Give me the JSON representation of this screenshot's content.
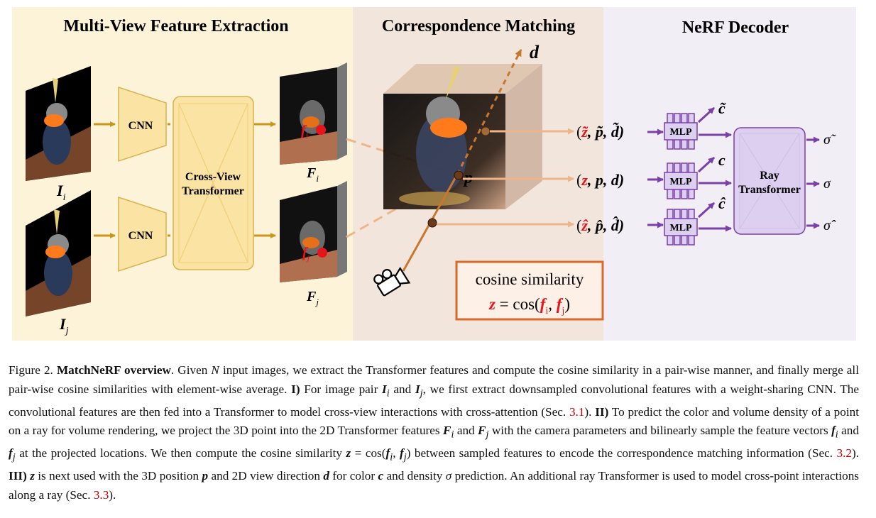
{
  "sections": {
    "extraction_title": "Multi-View Feature Extraction",
    "matching_title": "Correspondence Matching",
    "decoder_title": "NeRF Decoder"
  },
  "blocks": {
    "cnn_top": "CNN",
    "cnn_bottom": "CNN",
    "transformer_line1": "Cross-View",
    "transformer_line2": "Transformer",
    "mlp_top": "MLP",
    "mlp_mid": "MLP",
    "mlp_bottom": "MLP",
    "ray_line1": "Ray",
    "ray_line2": "Transformer"
  },
  "labels": {
    "image_i": "I",
    "image_i_sub": "i",
    "image_j": "I",
    "image_j_sub": "j",
    "feature_i": "F",
    "feature_i_sub": "i",
    "feature_j": "F",
    "feature_j_sub": "j",
    "f_i": "f",
    "f_i_sub": "i",
    "f_j": "f",
    "f_j_sub": "j",
    "point_p": "p",
    "direction_d": "d",
    "input_top_open": "(",
    "input_top_z": "z̃",
    "input_top_rest": ", p̃, d̃)",
    "input_mid_open": "(",
    "input_mid_z": "z",
    "input_mid_rest": ", p, d)",
    "input_bot_open": "(",
    "input_bot_z": "ẑ",
    "input_bot_rest": ", p̂, d̂)",
    "color_top": "c̃",
    "color_mid": "c",
    "color_bot": "ĉ",
    "sigma_top": "σ̃",
    "sigma_mid": "σ",
    "sigma_bot": "σ̂"
  },
  "cosine_box": {
    "title": "cosine similarity",
    "z": "z",
    "eq": " = cos(",
    "fi": "f",
    "fi_sub": "i",
    "comma": ", ",
    "fj": "f",
    "fj_sub": "j",
    "close": ")"
  },
  "colors": {
    "extraction_bg": "#fdf3d8",
    "matching_bg": "#f2e6dc",
    "decoder_bg": "#f2eef6",
    "cnn_fill": "#fbe3a3",
    "arrow_gold": "#c9961c",
    "arrow_orange": "#f0b48a",
    "mlp_fill": "#dccff0",
    "purple": "#7b3fa8",
    "red": "#e8141c"
  },
  "caption": {
    "t1": "Figure 2. ",
    "t2": "MatchNeRF overview",
    "t3": ".  Given ",
    "t4": "N",
    "t5": " input images, we extract the Transformer features and compute the cosine similarity in a pair-wise manner, and finally merge all pair-wise cosine similarities with element-wise average. ",
    "t6": "I)",
    "t7": " For image pair ",
    "t8": "I",
    "t9": "i",
    "t10": " and ",
    "t11": "I",
    "t12": "j",
    "t13": ", we first extract downsampled convolutional features with a weight-sharing CNN. The convolutional features are then fed into a Transformer to model cross-view interactions with cross-attention (Sec. ",
    "t14": "3.1",
    "t15": "). ",
    "t16": "II)",
    "t17": " To predict the color and volume density of a point on a ray for volume rendering, we project the 3D point into the 2D Transformer features ",
    "t18": "F",
    "t19": "i",
    "t20": " and ",
    "t21": "F",
    "t22": "j",
    "t23": " with the camera parameters and bilinearly sample the feature vectors ",
    "t24": "f",
    "t25": "i",
    "t26": " and ",
    "t27": "f",
    "t28": "j",
    "t29": " at the projected locations. We then compute the cosine similarity ",
    "t30": "z",
    "t31": " = cos(",
    "t32": "f",
    "t33": "i",
    "t34": ", ",
    "t35": "f",
    "t36": "j",
    "t37": ") between sampled features to encode the correspondence matching information (Sec. ",
    "t38": "3.2",
    "t39": "). ",
    "t40": "III)",
    "t41": " ",
    "t42": "z",
    "t43": " is next used with the 3D position ",
    "t44": "p",
    "t45": " and 2D view direction ",
    "t46": "d",
    "t47": " for color ",
    "t48": "c",
    "t49": " and density ",
    "t50": "σ",
    "t51": " prediction. An additional ray Transformer is used to model cross-point interactions along a ray (Sec. ",
    "t52": "3.3",
    "t53": ")."
  }
}
